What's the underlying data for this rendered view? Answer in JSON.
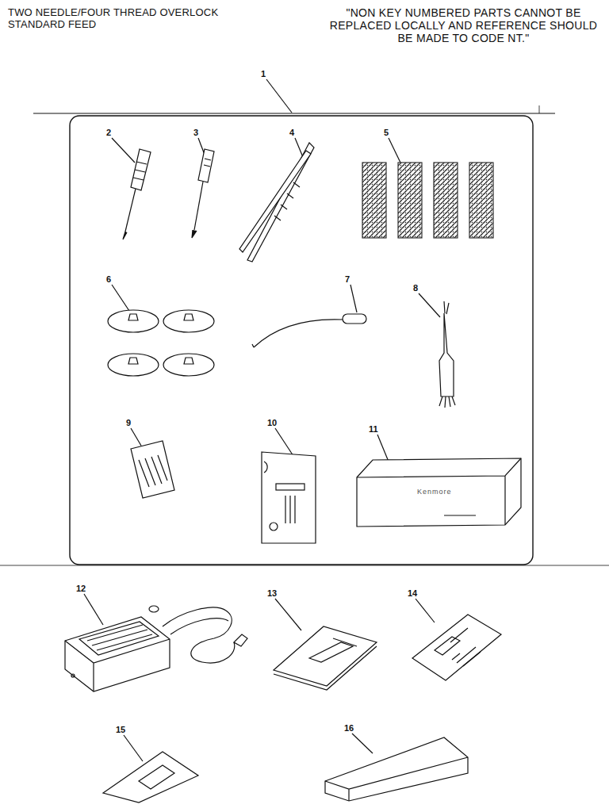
{
  "diagram": {
    "labels": [
      "TWO NEEDLE/FOUR THREAD OVERLOCK STANDARD FEED",
      "\"NON KEY NUMBERED PARTS CANNOT BE REPLACED LOCALLY AND REFERENCE SHOULD BE MADE TO CODE NT.\"",
      "1",
      "2",
      "3",
      "4",
      "5",
      "6",
      "7",
      "8",
      "9",
      "10",
      "11",
      "12",
      "13",
      "14",
      "15",
      "16",
      "Kenmore"
    ]
  }
}
